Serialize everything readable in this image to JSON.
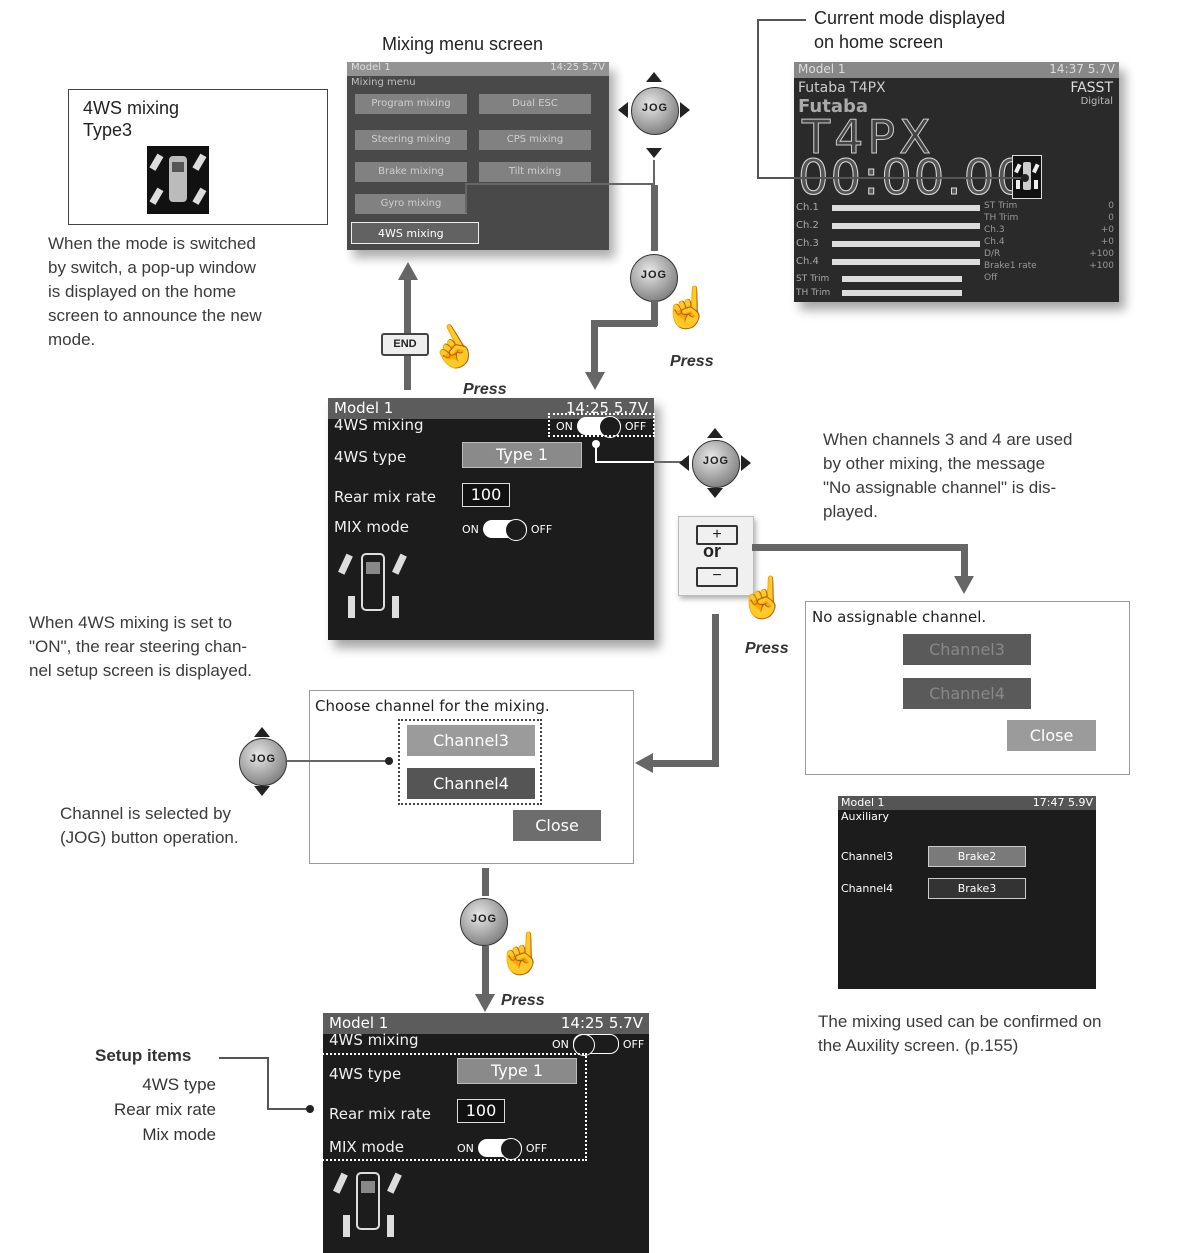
{
  "top_left_box": {
    "title_line1": "4WS mixing",
    "title_line2": "Type3"
  },
  "caption_popup": [
    "When the mode is switched",
    "by switch, a pop-up window",
    "is displayed on the home",
    "screen to announce the new",
    "mode."
  ],
  "mixing_menu": {
    "caption": "Mixing menu screen",
    "header_left": "Model 1",
    "header_right": "14:25 5.7V",
    "subtitle": "Mixing menu",
    "items": [
      [
        "Program mixing",
        "Dual ESC"
      ],
      [
        "Steering mixing",
        "CPS mixing"
      ],
      [
        "Brake mixing",
        "Tilt mixing"
      ],
      [
        "Gyro mixing",
        ""
      ]
    ],
    "selected_item": "4WS mixing"
  },
  "home_screen": {
    "caption_line1": "Current mode displayed",
    "caption_line2": "on home screen",
    "header_left": "Model 1",
    "header_right": "14:37 5.7V",
    "brand_line1": "Futaba T4PX",
    "brand_line2": "Futaba",
    "fasst": "FASST",
    "digital": "Digital",
    "model_big": "T4PX",
    "timer": "00:00.00",
    "channels": [
      "Ch.1",
      "Ch.2",
      "Ch.3",
      "Ch.4"
    ],
    "right_labels": [
      [
        "ST Trim",
        "0"
      ],
      [
        "TH Trim",
        "0"
      ],
      [
        "Ch.3",
        "+0"
      ],
      [
        "Ch.4",
        "+0"
      ],
      [
        "D/R",
        "+100"
      ],
      [
        "Brake1 rate",
        "+100"
      ],
      [
        "Off",
        ""
      ]
    ],
    "trim_labels": [
      "ST Trim",
      "TH Trim"
    ]
  },
  "setup_screen_1": {
    "header_left": "Model 1",
    "header_right": "14:25 5.7V",
    "title": "4WS mixing",
    "type_label": "4WS type",
    "type_value": "Type 1",
    "rate_label": "Rear mix rate",
    "rate_value": "100",
    "mode_label": "MIX mode",
    "on": "ON",
    "off": "OFF"
  },
  "setup_screen_2": {
    "header_left": "Model 1",
    "header_right": "14:25 5.7V",
    "title": "4WS mixing",
    "type_label": "4WS type",
    "type_value": "Type 1",
    "rate_label": "Rear mix rate",
    "rate_value": "100",
    "mode_label": "MIX mode",
    "on": "ON",
    "off": "OFF"
  },
  "controls": {
    "jog": "JOG",
    "end": "END",
    "press": "Press",
    "plus": "+",
    "or": "or",
    "minus": "−"
  },
  "caption_no_channel": [
    "When channels 3 and 4 are used",
    "by other mixing, the message",
    "\"No assignable channel\" is dis-",
    "played."
  ],
  "no_channel_popup": {
    "title": "No assignable channel.",
    "ch3": "Channel3",
    "ch4": "Channel4",
    "close": "Close"
  },
  "caption_rear": [
    "When 4WS mixing is set to",
    "\"ON\", the rear steering chan-",
    "nel setup screen is displayed."
  ],
  "choose_popup": {
    "title": "Choose channel for the mixing.",
    "ch3": "Channel3",
    "ch4": "Channel4",
    "close": "Close"
  },
  "caption_jog": [
    "Channel is selected by",
    "(JOG) button operation."
  ],
  "aux_screen": {
    "header_left": "Model 1",
    "header_right": "17:47 5.9V",
    "title": "Auxiliary",
    "ch3_label": "Channel3",
    "ch3_value": "Brake2",
    "ch4_label": "Channel4",
    "ch4_value": "Brake3"
  },
  "caption_aux": [
    "The mixing used can be confirmed on",
    "the Auxility screen. (p.155)"
  ],
  "setup_items": {
    "title": "Setup items",
    "items": [
      "4WS type",
      "Rear mix rate",
      "Mix mode"
    ]
  }
}
